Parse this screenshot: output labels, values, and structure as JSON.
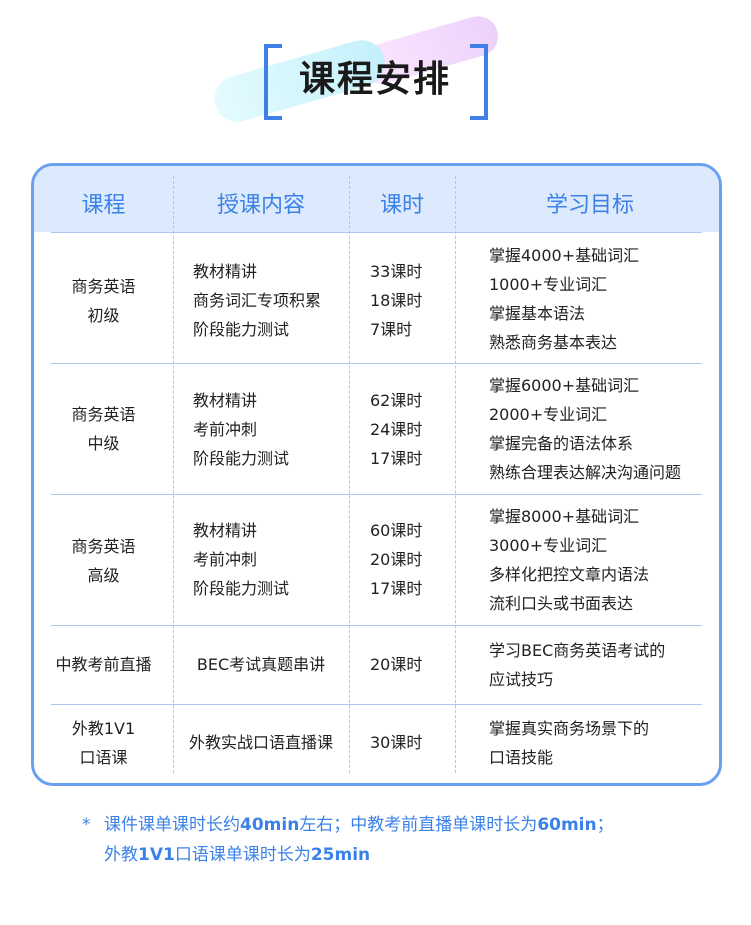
{
  "title": "课程安排",
  "table": {
    "headers": [
      "课程",
      "授课内容",
      "课时",
      "学习目标"
    ],
    "rows": [
      {
        "course": [
          "商务英语",
          "初级"
        ],
        "content": [
          "教材精讲",
          "商务词汇专项积累",
          "阶段能力测试"
        ],
        "hours": [
          "33课时",
          "18课时",
          "7课时"
        ],
        "goals": [
          "掌握4000+基础词汇",
          "1000+专业词汇",
          "掌握基本语法",
          "熟悉商务基本表达"
        ]
      },
      {
        "course": [
          "商务英语",
          "中级"
        ],
        "content": [
          "教材精讲",
          "考前冲刺",
          "阶段能力测试"
        ],
        "hours": [
          "62课时",
          "24课时",
          "17课时"
        ],
        "goals": [
          "掌握6000+基础词汇",
          "2000+专业词汇",
          "掌握完备的语法体系",
          "熟练合理表达解决沟通问题"
        ]
      },
      {
        "course": [
          "商务英语",
          "高级"
        ],
        "content": [
          "教材精讲",
          "考前冲刺",
          "阶段能力测试"
        ],
        "hours": [
          "60课时",
          "20课时",
          "17课时"
        ],
        "goals": [
          "掌握8000+基础词汇",
          "3000+专业词汇",
          "多样化把控文章内语法",
          "流利口头或书面表达"
        ]
      },
      {
        "course": [
          "中教考前直播"
        ],
        "content": [
          "BEC考试真题串讲"
        ],
        "hours": [
          "20课时"
        ],
        "goals": [
          "学习BEC商务英语考试的",
          "应试技巧"
        ]
      },
      {
        "course": [
          "外教1V1",
          "口语课"
        ],
        "content": [
          "外教实战口语直播课"
        ],
        "hours": [
          "30课时"
        ],
        "goals": [
          "掌握真实商务场景下的",
          "口语技能"
        ]
      }
    ]
  },
  "note": {
    "star": "*",
    "line1": [
      "课件课单课时长约",
      "40min",
      "左右；中教考前直播单课时长为",
      "60min",
      "；"
    ],
    "line2": [
      "外教",
      "1V1",
      "口语课单课时长为",
      "25min"
    ]
  }
}
